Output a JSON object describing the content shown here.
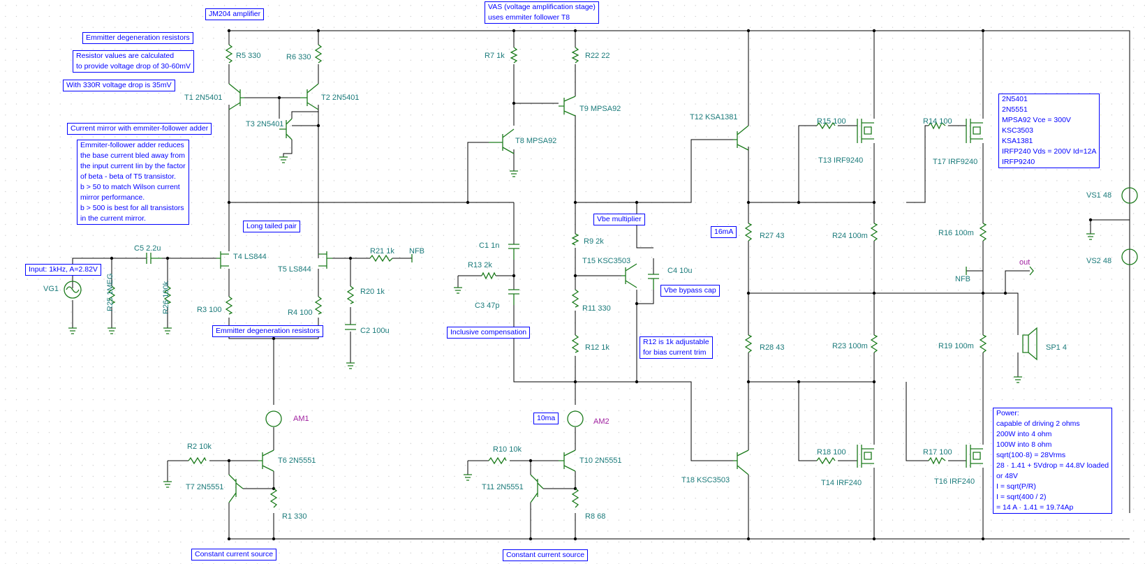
{
  "notes": {
    "title": "JM204 amplifier",
    "vas": [
      "VAS (voltage amplification stage)",
      "uses emmiter follower T8"
    ],
    "degen1": "Emmitter degeneration resistors",
    "resistor_calc": [
      "Resistor values are calculated",
      "to provide voltage drop of 30-60mV"
    ],
    "with330": "With 330R voltage drop is 35mV",
    "mirror": "Current mirror with emmiter-follower adder",
    "mirror_desc": [
      "Emmiter-follower adder reduces",
      "the base current bled away from",
      "the input current Iin by the factor",
      "of beta - beta of T5 transistor.",
      "b > 50 to match Wilson current",
      "mirror performance.",
      "b > 500 is best for all transistors",
      "in the current mirror."
    ],
    "ltp": "Long tailed pair",
    "input": "Input: 1kHz, A=2.82V",
    "degen2": "Emmitter degeneration resistors",
    "inclusive": "Inclusive compensation",
    "vbe_mult": "Vbe multiplier",
    "vbe_bypass": "Vbe bypass cap",
    "r12_note": [
      "R12 is 1k adjustable",
      "for bias current trim"
    ],
    "i16": "16mA",
    "i10": "10ma",
    "ccs1": "Constant current source",
    "ccs2": "Constant current source",
    "parts": [
      "2N5401",
      "2N5551",
      "MPSA92 Vce = 300V",
      "KSC3503",
      "KSA1381",
      "IRFP240 Vds = 200V Id=12A",
      "IRFP9240"
    ],
    "power": [
      "Power:",
      "capable of driving 2 ohms",
      "200W into 4 ohm",
      "100W into 8 ohm",
      "sqrt(100·8) = 28Vrms",
      "28 · 1.41 + 5Vdrop = 44.8V loaded",
      "or 48V",
      "I = sqrt(P/R)",
      "I = sqrt(400 / 2)",
      "= 14 A · 1.41 = 19.74Ap"
    ]
  },
  "labels": {
    "r5": "R5 330",
    "r6": "R6 330",
    "t1": "T1 2N5401",
    "t2": "T2 2N5401",
    "t3": "T3 2N5401",
    "r7": "R7 1k",
    "r22": "R22 22",
    "t9": "T9 MPSA92",
    "t8": "T8 MPSA92",
    "t12": "T12 KSA1381",
    "r15": "R15 100",
    "t13": "T13 IRF9240",
    "r14": "R14 100",
    "t17": "T17 IRF9240",
    "vs1": "VS1 48",
    "vs2": "VS2 48",
    "c5": "C5 2.2u",
    "t4": "T4 LS844",
    "t5": "T5 LS844",
    "r21": "R21 1k",
    "nfb1": "NFB",
    "vg1": "VG1",
    "r25": "R25 1MEG",
    "r26": "R26 100k",
    "r3": "R3 100",
    "r4": "R4 100",
    "r20": "R20 1k",
    "c2": "C2 100u",
    "c1": "C1 1n",
    "r13": "R13 2k",
    "c3": "C3 47p",
    "r9": "R9 2k",
    "t15": "T15 KSC3503",
    "c4": "C4 10u",
    "r11": "R11 330",
    "r12": "R12 1k",
    "r27": "R27 43",
    "r24": "R24 100m",
    "r16": "R16 100m",
    "nfb2": "NFB",
    "out": "out",
    "r28": "R28 43",
    "r23": "R23 100m",
    "r19": "R19 100m",
    "sp1": "SP1 4",
    "am1": "AM1",
    "am2": "AM2",
    "r2": "R2 10k",
    "t6": "T6 2N5551",
    "t7": "T7 2N5551",
    "r1": "R1 330",
    "r10": "R10 10k",
    "t10": "T10 2N5551",
    "t11": "T11 2N5551",
    "r8": "R8 68",
    "t18": "T18 KSC3503",
    "r18": "R18 100",
    "t14": "T14 IRF240",
    "r17": "R17 100",
    "t16": "T16 IRF240"
  },
  "colors": {
    "component": "#1a7a1a",
    "label": "#1a7a7a",
    "note": "#0000ff",
    "instrument": "#a020a0",
    "wire": "#000000"
  }
}
